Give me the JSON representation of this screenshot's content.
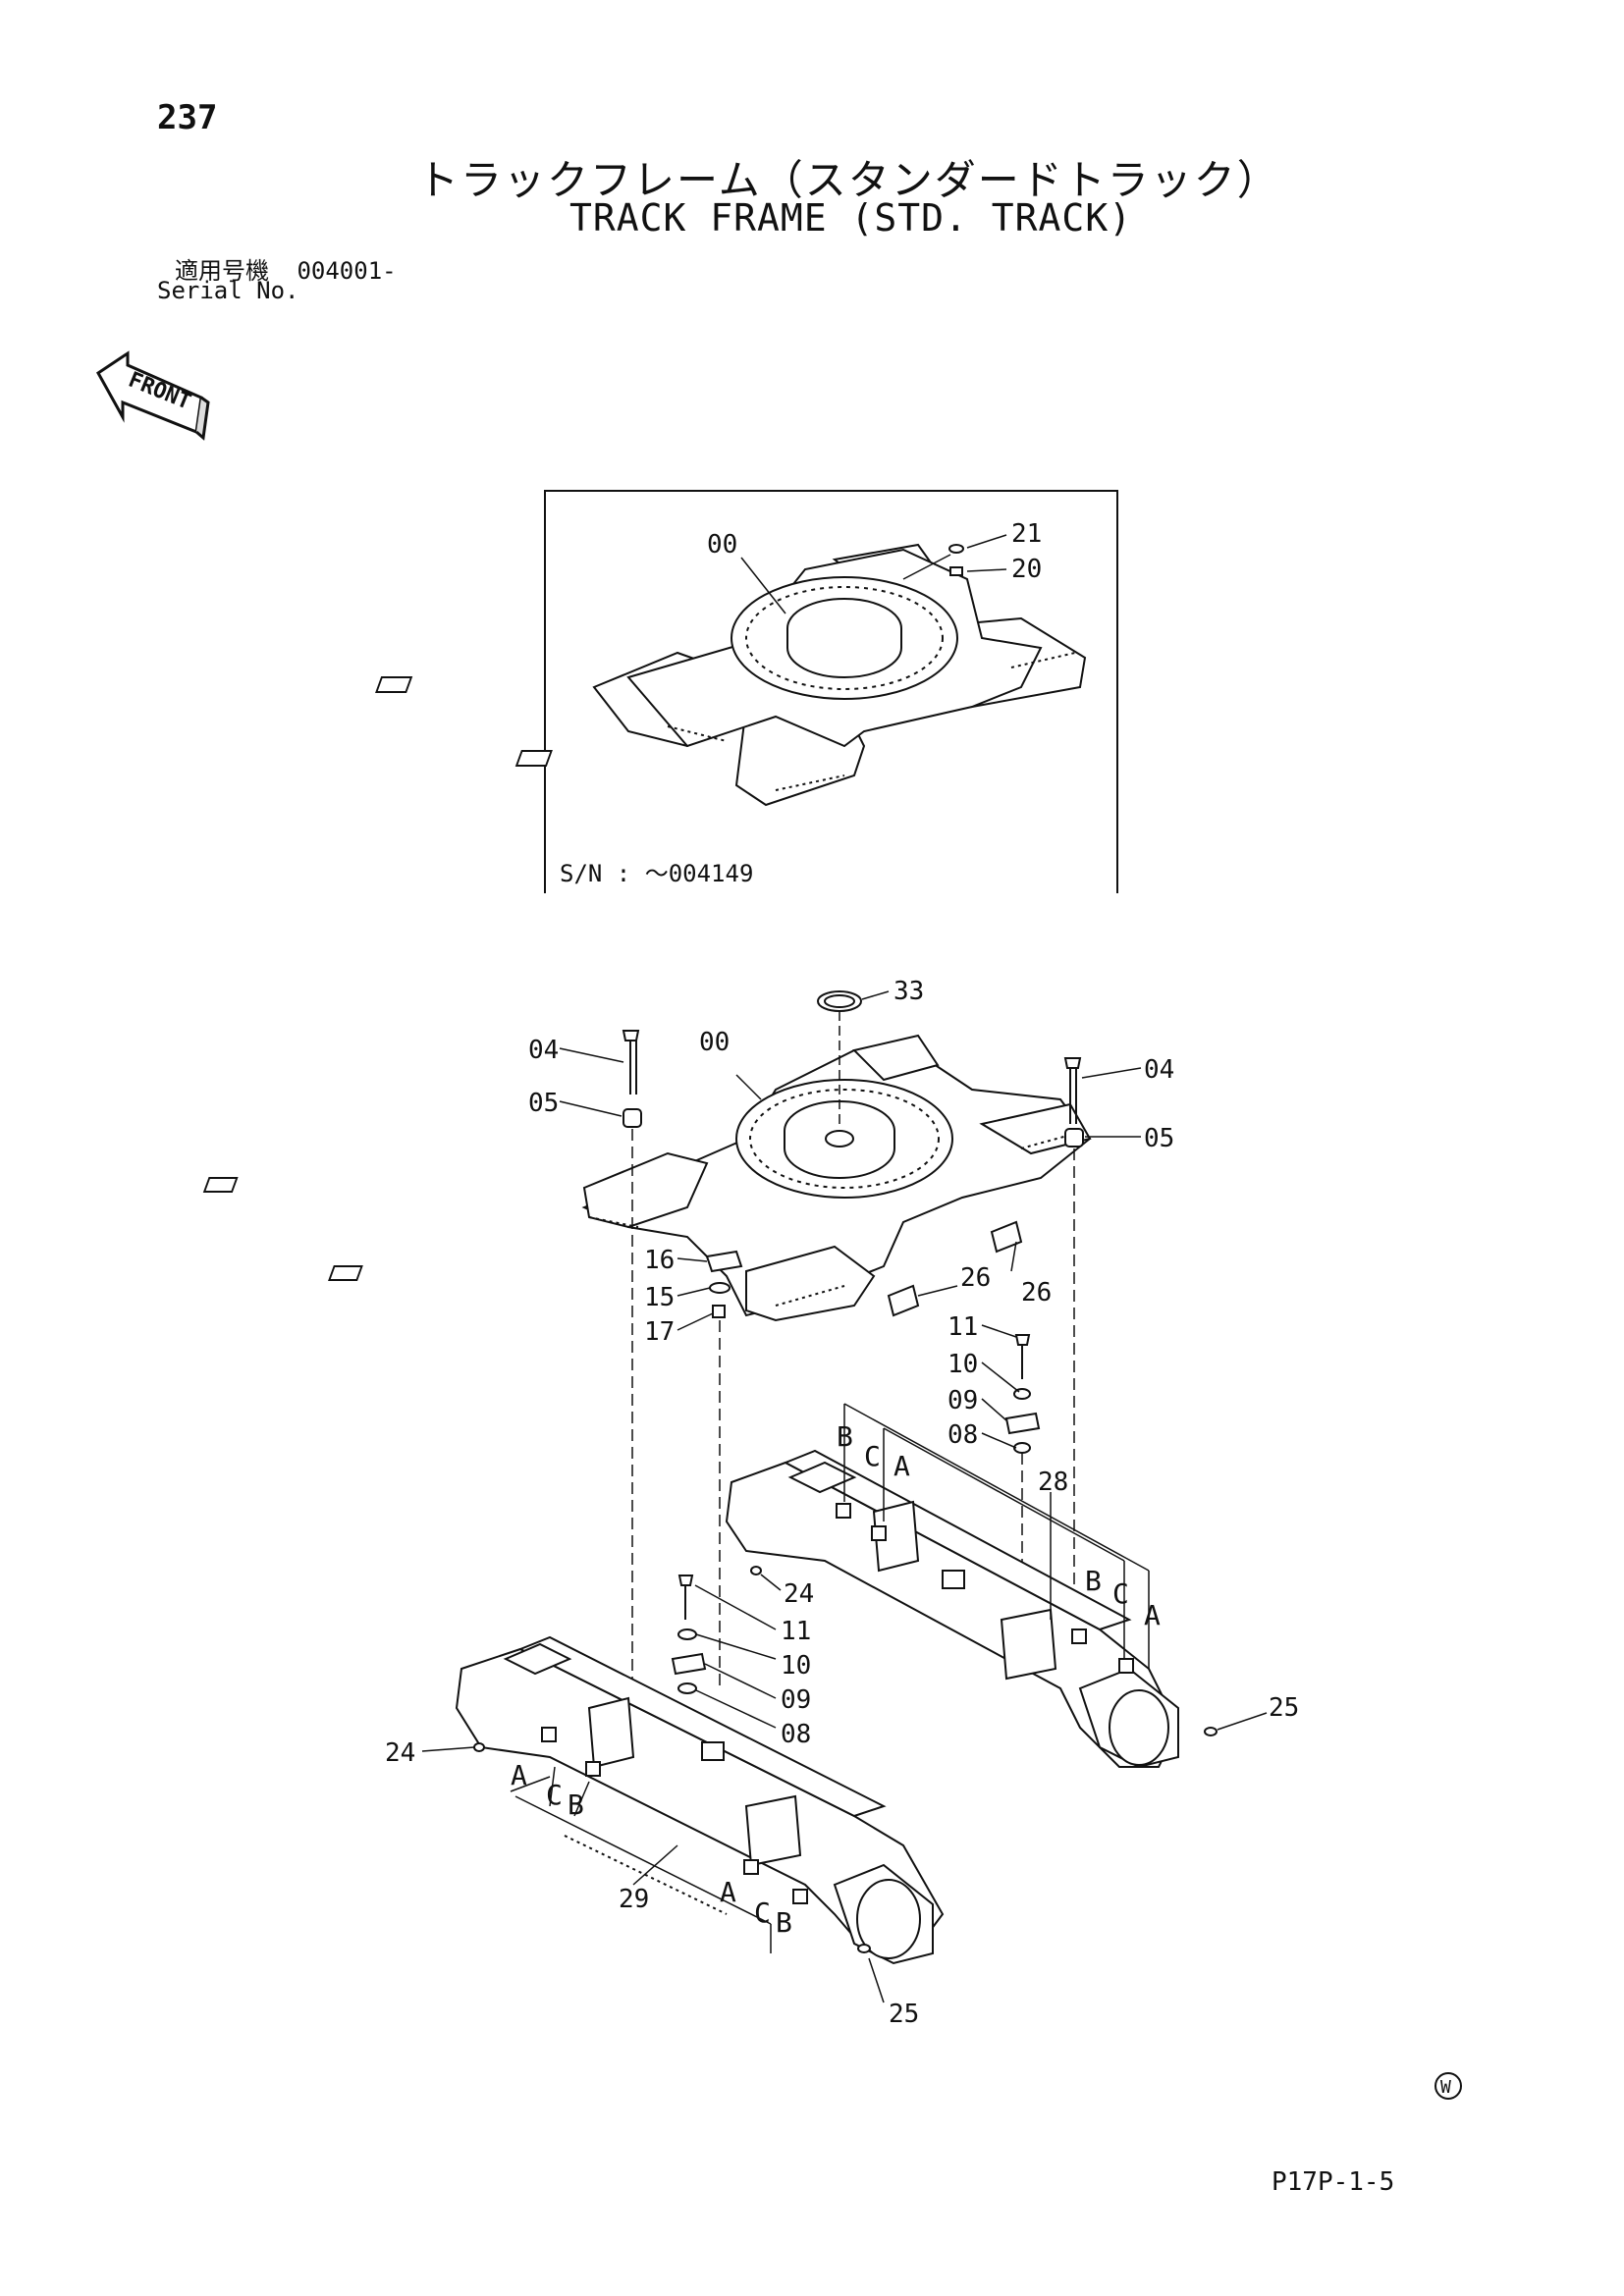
{
  "page": {
    "number": "237",
    "title_ja": "トラックフレーム（スタンダードトラック）",
    "title_en": "TRACK FRAME (STD. TRACK)",
    "serial_label_ja": "適用号機",
    "serial_value": "004001-",
    "serial_label_en": "Serial No.",
    "sheet_code": "P17P-1-5"
  },
  "front_arrow": {
    "label": "FRONT"
  },
  "inset": {
    "serial_note": "S/N :  ～004149",
    "callouts": [
      "00",
      "21",
      "20"
    ]
  },
  "main_diagram": {
    "callouts": [
      "33",
      "04",
      "00",
      "04",
      "05",
      "05",
      "16",
      "15",
      "17",
      "26",
      "26",
      "11",
      "10",
      "09",
      "08",
      "28",
      "24",
      "11",
      "10",
      "09",
      "08",
      "25",
      "24",
      "29",
      "25"
    ],
    "view_letters": [
      "A",
      "B",
      "C"
    ]
  },
  "watermark": {
    "label": "W"
  }
}
